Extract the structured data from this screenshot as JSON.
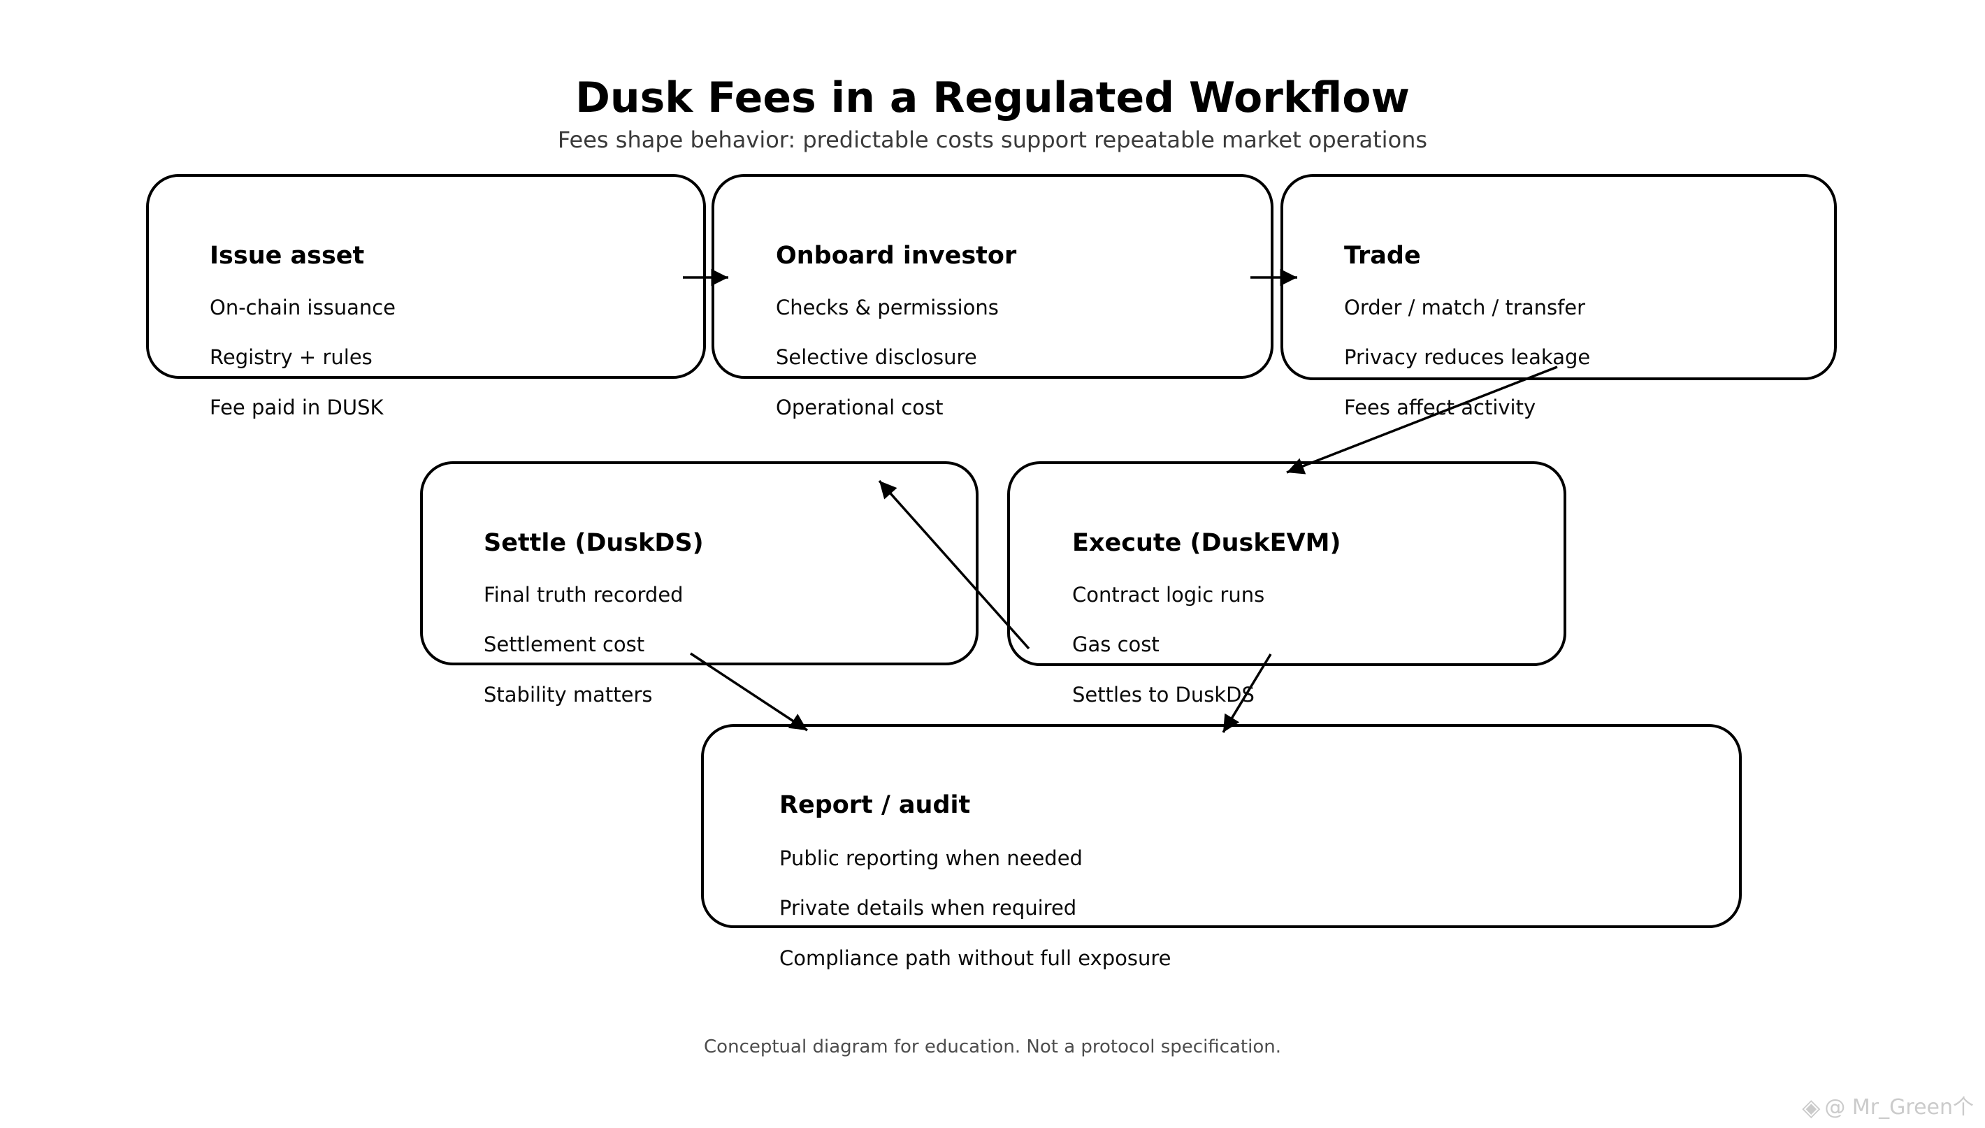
{
  "header": {
    "title": "Dusk Fees in a Regulated Workflow",
    "subtitle": "Fees shape behavior: predictable costs support repeatable market operations"
  },
  "nodes": [
    {
      "id": "issue-asset",
      "title": "Issue asset",
      "lines": [
        "On-chain issuance",
        "Registry + rules",
        "Fee paid in DUSK"
      ]
    },
    {
      "id": "onboard-investor",
      "title": "Onboard investor",
      "lines": [
        "Checks & permissions",
        "Selective disclosure",
        "Operational cost"
      ]
    },
    {
      "id": "trade",
      "title": "Trade",
      "lines": [
        "Order / match / transfer",
        "Privacy reduces leakage",
        "Fees affect activity"
      ]
    },
    {
      "id": "settle-duskds",
      "title": "Settle (DuskDS)",
      "lines": [
        "Final truth recorded",
        "Settlement cost",
        "Stability matters"
      ]
    },
    {
      "id": "execute-duskevm",
      "title": "Execute (DuskEVM)",
      "lines": [
        "Contract logic runs",
        "Gas cost",
        "Settles to DuskDS"
      ]
    },
    {
      "id": "report-audit",
      "title": "Report / audit",
      "lines": [
        "Public reporting when needed",
        "Private details when required",
        "Compliance path without full exposure"
      ]
    }
  ],
  "edges": [
    {
      "from": "issue-asset",
      "to": "onboard-investor"
    },
    {
      "from": "onboard-investor",
      "to": "trade"
    },
    {
      "from": "trade",
      "to": "execute-duskevm"
    },
    {
      "from": "execute-duskevm",
      "to": "settle-duskds"
    },
    {
      "from": "settle-duskds",
      "to": "report-audit"
    },
    {
      "from": "execute-duskevm",
      "to": "report-audit"
    }
  ],
  "footer": {
    "note": "Conceptual diagram for education. Not a protocol specification."
  },
  "watermark": {
    "icon": "diamond-ornament",
    "text": "@ Mr_Green个"
  },
  "colors": {
    "background": "#ffffff",
    "stroke": "#000000",
    "subtitle": "#3a3a3a",
    "footer": "#4d4d4d",
    "watermark": "#cbcbcb"
  }
}
